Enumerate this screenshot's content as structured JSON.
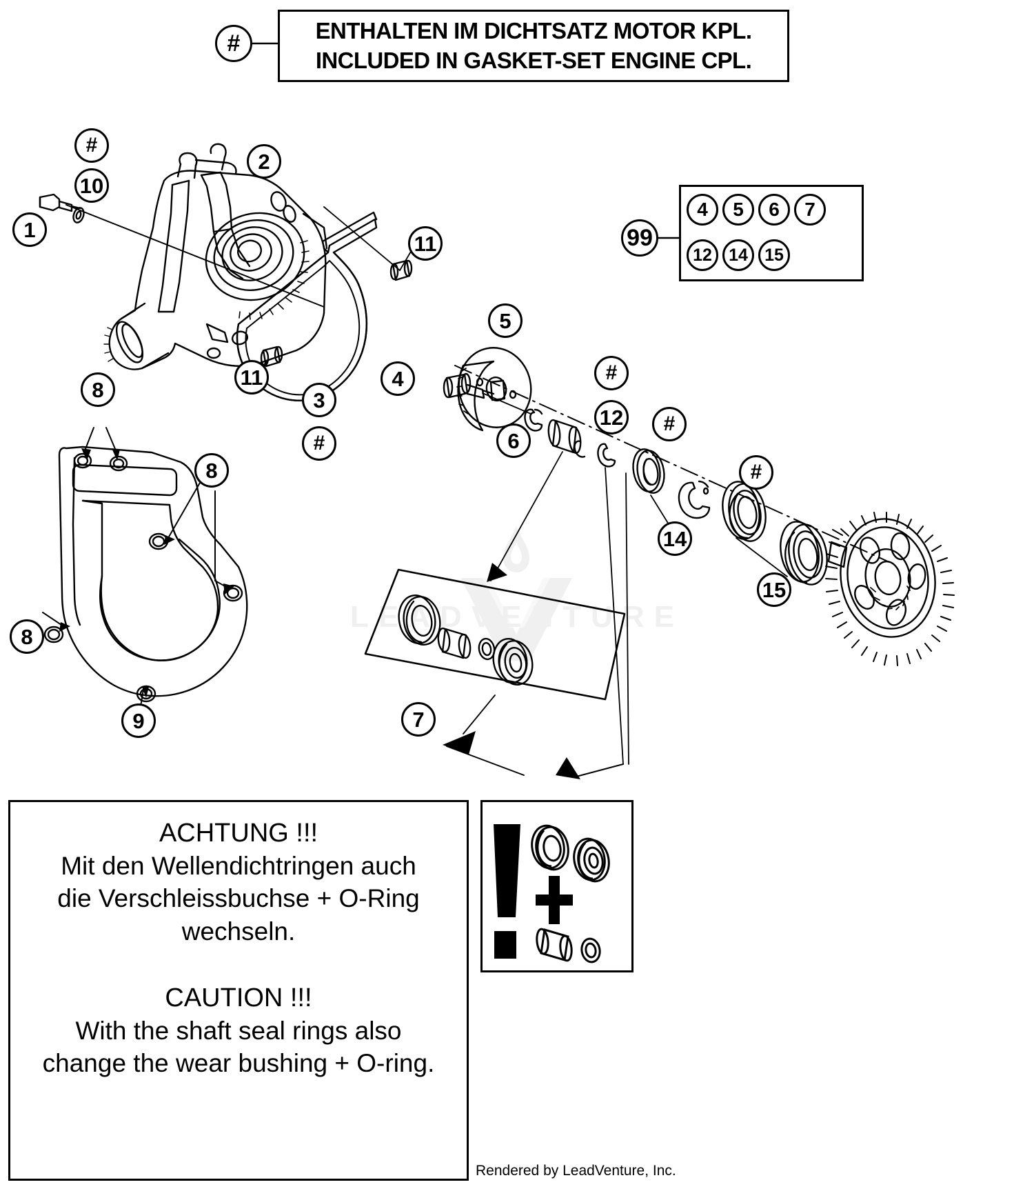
{
  "header": {
    "callout": "#",
    "line_de": "ENTHALTEN IM DICHTSATZ MOTOR KPL.",
    "line_en": "INCLUDED IN GASKET-SET ENGINE CPL."
  },
  "legend": {
    "callout": "99",
    "row1": [
      "4",
      "5",
      "6",
      "7"
    ],
    "row2": [
      "12",
      "14",
      "15"
    ]
  },
  "callouts": {
    "hash_top_left": "#",
    "n10": "10",
    "n1": "1",
    "n2": "2",
    "n11_right": "11",
    "n11_lower": "11",
    "n3": "3",
    "hash_under_3": "#",
    "n4": "4",
    "n5": "5",
    "n6": "6",
    "hash_shaft": "#",
    "n12": "12",
    "hash_washer": "#",
    "n14": "14",
    "hash_bearing": "#",
    "n15": "15",
    "n8_top": "8",
    "n8_right": "8",
    "n8_left": "8",
    "n9": "9",
    "n7": "7"
  },
  "caution": {
    "title_de": "ACHTUNG !!!",
    "de_line1": "Mit den Wellendichtringen auch",
    "de_line2": "die Verschleissbuchse + O-Ring",
    "de_line3": "wechseln.",
    "title_en": "CAUTION !!!",
    "en_line1": "With the shaft seal rings also",
    "en_line2": "change the wear bushing + O-ring."
  },
  "watermark": {
    "text": "LEADVENTURE"
  },
  "footer": {
    "rendered_by": "Rendered by LeadVenture, Inc."
  },
  "colors": {
    "ink": "#000000",
    "paper": "#ffffff",
    "watermark": "#f0f0f0"
  }
}
